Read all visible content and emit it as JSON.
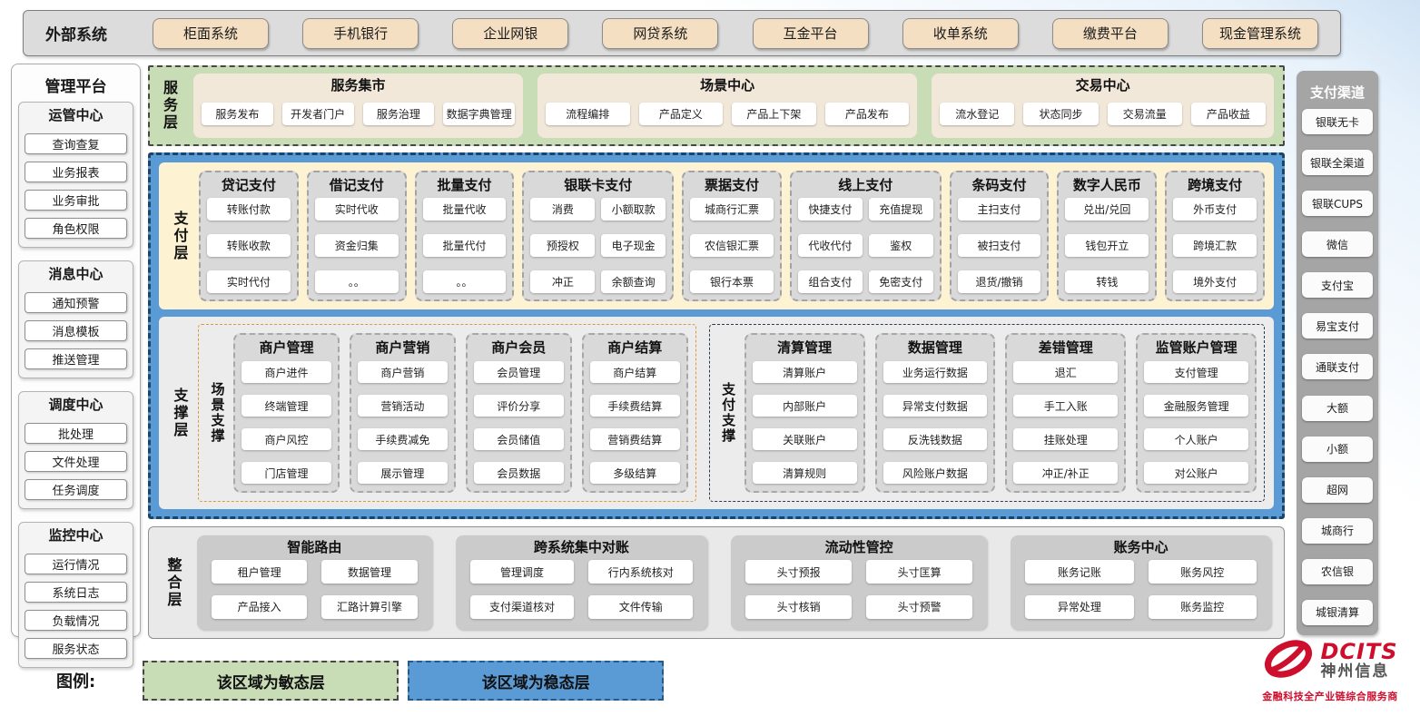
{
  "external": {
    "label": "外部系统",
    "items": [
      "柜面系统",
      "手机银行",
      "企业网银",
      "网贷系统",
      "互金平台",
      "收单系统",
      "缴费平台",
      "现金管理系统"
    ]
  },
  "management": {
    "title": "管理平台",
    "groups": [
      {
        "title": "运管中心",
        "items": [
          "查询查复",
          "业务报表",
          "业务审批",
          "角色权限"
        ]
      },
      {
        "title": "消息中心",
        "items": [
          "通知预警",
          "消息模板",
          "推送管理"
        ]
      },
      {
        "title": "调度中心",
        "items": [
          "批处理",
          "文件处理",
          "任务调度"
        ]
      },
      {
        "title": "监控中心",
        "items": [
          "运行情况",
          "系统日志",
          "负载情况",
          "服务状态"
        ]
      }
    ]
  },
  "service_layer": {
    "label": "服务层",
    "groups": [
      {
        "title": "服务集市",
        "items": [
          "服务发布",
          "开发者门户",
          "服务治理",
          "数据字典管理"
        ]
      },
      {
        "title": "场景中心",
        "items": [
          "流程编排",
          "产品定义",
          "产品上下架",
          "产品发布"
        ]
      },
      {
        "title": "交易中心",
        "items": [
          "流水登记",
          "状态同步",
          "交易流量",
          "产品收益"
        ]
      }
    ]
  },
  "payment_layer": {
    "label": "支付层",
    "columns": [
      {
        "title": "贷记支付",
        "cols": 1,
        "items": [
          "转账付款",
          "转账收款",
          "实时代付"
        ]
      },
      {
        "title": "借记支付",
        "cols": 1,
        "items": [
          "实时代收",
          "资金归集",
          "。。"
        ]
      },
      {
        "title": "批量支付",
        "cols": 1,
        "items": [
          "批量代收",
          "批量代付",
          "。。"
        ]
      },
      {
        "title": "银联卡支付",
        "cols": 2,
        "items": [
          "消费",
          "小额取款",
          "预授权",
          "电子现金",
          "冲正",
          "余额查询"
        ]
      },
      {
        "title": "票据支付",
        "cols": 1,
        "items": [
          "城商行汇票",
          "农信银汇票",
          "银行本票"
        ]
      },
      {
        "title": "线上支付",
        "cols": 2,
        "items": [
          "快捷支付",
          "充值提现",
          "代收代付",
          "鉴权",
          "组合支付",
          "免密支付"
        ]
      },
      {
        "title": "条码支付",
        "cols": 1,
        "items": [
          "主扫支付",
          "被扫支付",
          "退货/撤销"
        ]
      },
      {
        "title": "数字人民币",
        "cols": 1,
        "items": [
          "兑出/兑回",
          "钱包开立",
          "转钱"
        ]
      },
      {
        "title": "跨境支付",
        "cols": 1,
        "items": [
          "外币支付",
          "跨境汇款",
          "境外支付"
        ]
      }
    ]
  },
  "support_layer": {
    "label": "支撑层",
    "sections": [
      {
        "label": "场景支撑",
        "style": "orange",
        "columns": [
          {
            "title": "商户管理",
            "items": [
              "商户进件",
              "终端管理",
              "商户风控",
              "门店管理"
            ]
          },
          {
            "title": "商户营销",
            "items": [
              "商户营销",
              "营销活动",
              "手续费减免",
              "展示管理"
            ]
          },
          {
            "title": "商户会员",
            "items": [
              "会员管理",
              "评价分享",
              "会员储值",
              "会员数据"
            ]
          },
          {
            "title": "商户结算",
            "items": [
              "商户结算",
              "手续费结算",
              "营销费结算",
              "多级结算"
            ]
          }
        ]
      },
      {
        "label": "支付支撑",
        "style": "dark",
        "columns": [
          {
            "title": "清算管理",
            "items": [
              "清算账户",
              "内部账户",
              "关联账户",
              "清算规则"
            ]
          },
          {
            "title": "数据管理",
            "items": [
              "业务运行数据",
              "异常支付数据",
              "反洗钱数据",
              "风险账户数据"
            ]
          },
          {
            "title": "差错管理",
            "items": [
              "退汇",
              "手工入账",
              "挂账处理",
              "冲正/补正"
            ]
          },
          {
            "title": "监管账户管理",
            "items": [
              "支付管理",
              "金融服务管理",
              "个人账户",
              "对公账户"
            ]
          }
        ]
      }
    ]
  },
  "integration_layer": {
    "label": "整合层",
    "groups": [
      {
        "title": "智能路由",
        "items": [
          "租户管理",
          "数据管理",
          "产品接入",
          "汇路计算引擎"
        ]
      },
      {
        "title": "跨系统集中对账",
        "items": [
          "管理调度",
          "行内系统核对",
          "支付渠道核对",
          "文件传输"
        ]
      },
      {
        "title": "流动性管控",
        "items": [
          "头寸预报",
          "头寸匡算",
          "头寸核销",
          "头寸预警"
        ]
      },
      {
        "title": "账务中心",
        "items": [
          "账务记账",
          "账务风控",
          "异常处理",
          "账务监控"
        ]
      }
    ]
  },
  "channels": {
    "title": "支付渠道",
    "items": [
      "银联无卡",
      "银联全渠道",
      "银联CUPS",
      "微信",
      "支付宝",
      "易宝支付",
      "通联支付",
      "大额",
      "小额",
      "超网",
      "城商行",
      "农信银",
      "城银清算"
    ]
  },
  "legend": {
    "label": "图例:",
    "items": [
      {
        "text": "该区域为敏态层",
        "color": "#c8dcb6"
      },
      {
        "text": "该区域为稳态层",
        "color": "#5b9bd5"
      }
    ]
  },
  "logo": {
    "brand": "DCITS",
    "name": "神州信息",
    "tagline": "金融科技全产业链综合服务商"
  },
  "colors": {
    "agile_green": "#c8dcb6",
    "stable_blue": "#5b9bd5",
    "payment_cream": "#fdf2d2",
    "external_tan": "#f5dfc2",
    "panel_gray": "#d9d9d9",
    "brand_red": "#ce0e2d"
  }
}
